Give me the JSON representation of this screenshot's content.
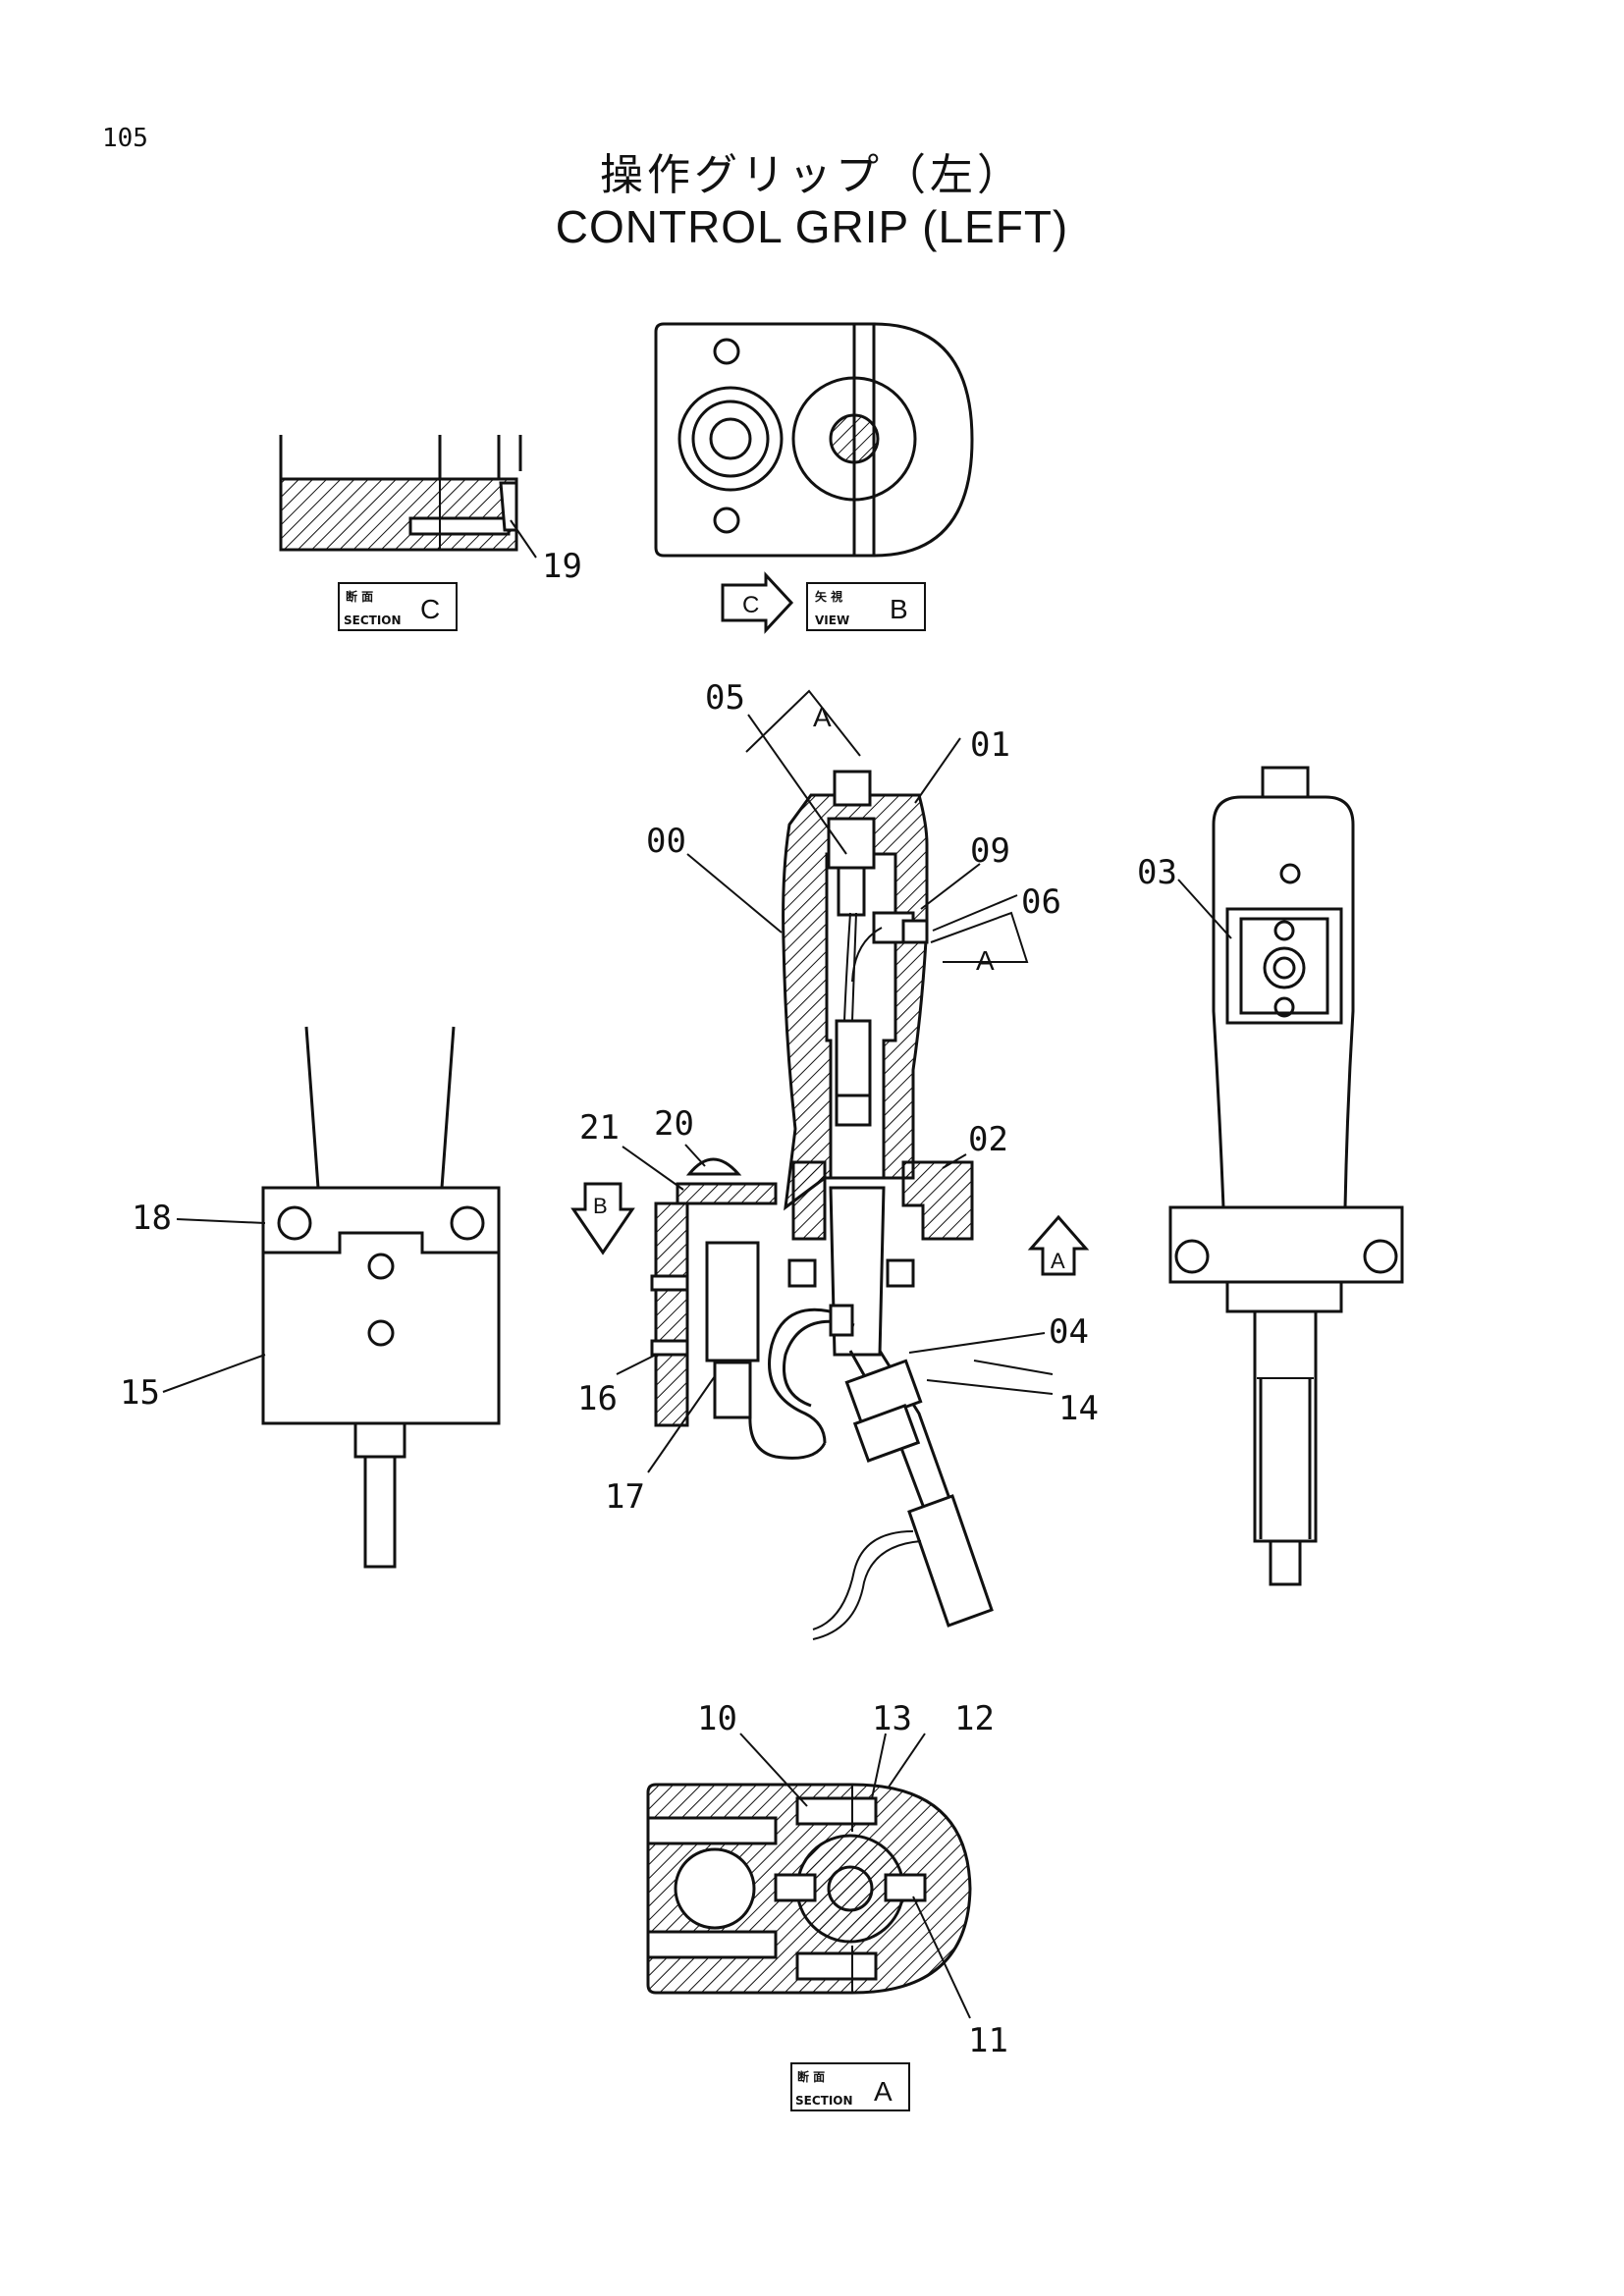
{
  "page_number": "105",
  "title_jp": "操作グリップ（左）",
  "title_en": "CONTROL GRIP (LEFT)",
  "callouts": {
    "p00": "00",
    "p01": "01",
    "p02": "02",
    "p03": "03",
    "p04": "04",
    "p05": "05",
    "p06": "06",
    "p09": "09",
    "p10": "10",
    "p11": "11",
    "p12": "12",
    "p13": "13",
    "p14": "14",
    "p15": "15",
    "p16": "16",
    "p17": "17",
    "p18": "18",
    "p19": "19",
    "p20": "20",
    "p21": "21"
  },
  "labels": {
    "section_c": {
      "jp": "断 面",
      "en": "SECTION",
      "letter": "C"
    },
    "view_b": {
      "jp": "矢 視",
      "en": "VIEW",
      "letter": "B"
    },
    "section_a": {
      "jp": "断 面",
      "en": "SECTION",
      "letter": "A"
    },
    "arrow_c": "C",
    "arrow_b": "B",
    "arrow_a": "A",
    "cut_a_top": "A",
    "cut_a_side": "A"
  }
}
